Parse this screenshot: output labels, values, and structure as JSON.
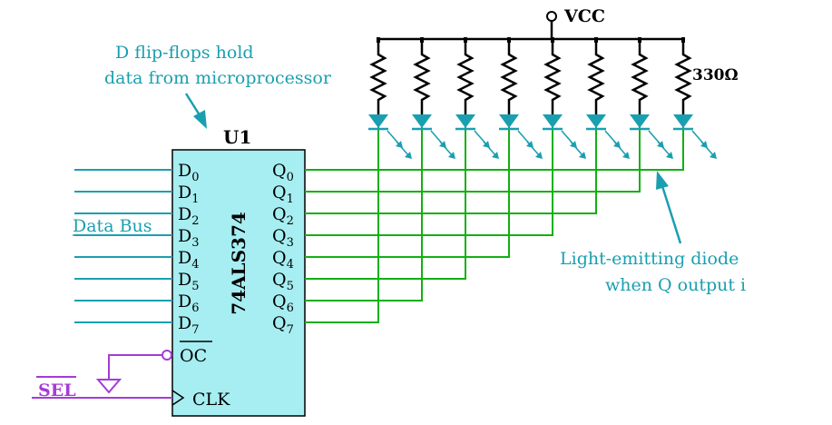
{
  "annotation_top": {
    "line1": "D flip-flops hold",
    "line2": "data from microprocessor"
  },
  "chip": {
    "ref": "U1",
    "part": "74ALS374",
    "d_pins": [
      {
        "letter": "D",
        "index": "0"
      },
      {
        "letter": "D",
        "index": "1"
      },
      {
        "letter": "D",
        "index": "2"
      },
      {
        "letter": "D",
        "index": "3"
      },
      {
        "letter": "D",
        "index": "4"
      },
      {
        "letter": "D",
        "index": "5"
      },
      {
        "letter": "D",
        "index": "6"
      },
      {
        "letter": "D",
        "index": "7"
      }
    ],
    "q_pins": [
      {
        "letter": "Q",
        "index": "0"
      },
      {
        "letter": "Q",
        "index": "1"
      },
      {
        "letter": "Q",
        "index": "2"
      },
      {
        "letter": "Q",
        "index": "3"
      },
      {
        "letter": "Q",
        "index": "4"
      },
      {
        "letter": "Q",
        "index": "5"
      },
      {
        "letter": "Q",
        "index": "6"
      },
      {
        "letter": "Q",
        "index": "7"
      }
    ],
    "oc_label": "OC",
    "clk_label": "CLK"
  },
  "data_bus_label": "Data Bus",
  "sel_label": "SEL",
  "vcc_label": "VCC",
  "resistor_value": "330Ω",
  "annotation_right": {
    "line1": "Light-emitting diode",
    "line2": "when Q output i"
  },
  "colors": {
    "teal": "#1a9fb0",
    "chip_fill": "#a6eef2",
    "green": "#11b011",
    "purple": "#a63bd6",
    "black": "#000000"
  }
}
